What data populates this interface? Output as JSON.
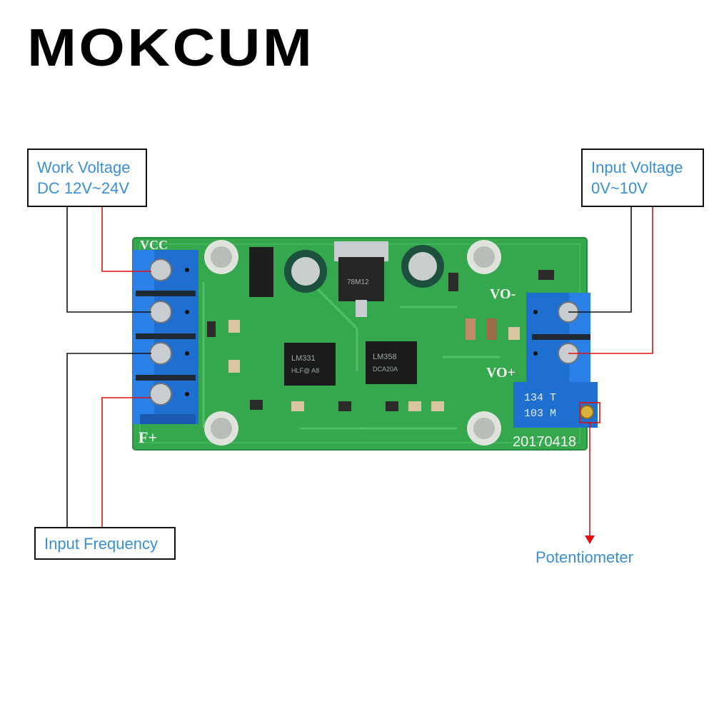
{
  "brand": "MOKCUM",
  "callouts": {
    "work_voltage": {
      "line1": "Work Voltage",
      "line2": "DC 12V~24V"
    },
    "input_voltage": {
      "line1": "Input Voltage",
      "line2": "0V~10V"
    },
    "input_frequency": {
      "line1": "Input Frequency"
    },
    "potentiometer": {
      "line1": "Potentiometer"
    }
  },
  "board": {
    "silkscreen_vcc": "VCC",
    "silkscreen_fplus": "F+",
    "silkscreen_vo_minus": "VO-",
    "silkscreen_vo_plus": "VO+",
    "date_code": "20170418",
    "regulator_text": "78M12",
    "chip1_text": "LM331",
    "chip1_sub": "HLF@ A8",
    "chip2_text": "LM358",
    "chip2_sub": "DCA20A",
    "pot_line1": "134  T",
    "pot_line2": "103  M",
    "colors": {
      "pcb": "#2fa34a",
      "terminal": "#1f6fd1",
      "callout_text": "#3a8fd6",
      "line_red": "#e01010"
    }
  }
}
